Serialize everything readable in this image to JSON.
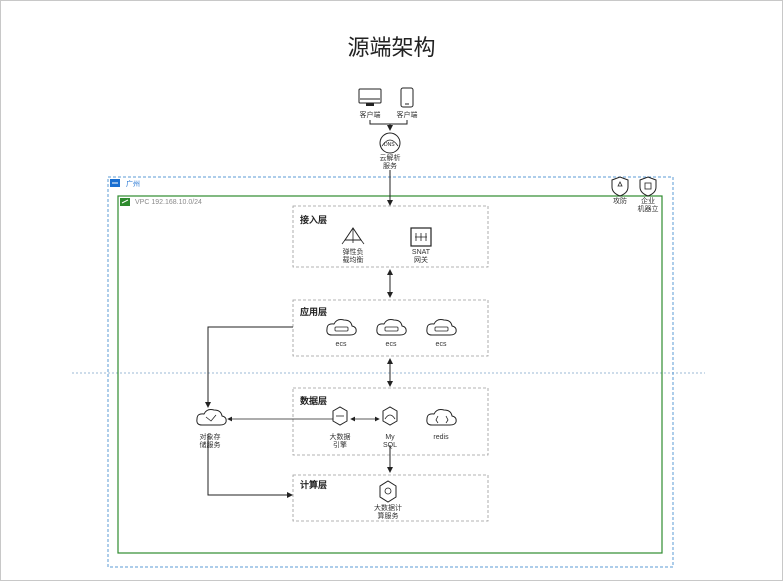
{
  "title": "源端架构",
  "clients": {
    "pc_label": "客户端",
    "mobile_label": "客户端"
  },
  "dns": {
    "label_line1": "云解析",
    "label_line2": "服务"
  },
  "region": {
    "label": "广州"
  },
  "security": {
    "ddos_label": "攻防",
    "waf_label_line1": "企业",
    "waf_label_line2": "机器立"
  },
  "vpc": {
    "label": "VPC 192.168.10.0/24"
  },
  "access_layer": {
    "title": "接入层",
    "lb_line1": "弹性负",
    "lb_line2": "载均衡",
    "nat_line1": "SNAT",
    "nat_line2": "网关"
  },
  "app_layer": {
    "title": "应用层",
    "servers": [
      "ecs",
      "ecs",
      "ecs"
    ]
  },
  "data_layer": {
    "title": "数据层",
    "bigdata_line1": "大数据",
    "bigdata_line2": "引擎",
    "mysql_line1": "My",
    "mysql_line2": "SQL",
    "redis_label": "redis"
  },
  "object_storage": {
    "label_line1": "对象存",
    "label_line2": "储服务"
  },
  "compute_layer": {
    "title": "计算层",
    "compute_line1": "大数据计",
    "compute_line2": "算服务"
  },
  "colors": {
    "region_border": "#5b9bd5",
    "vpc_border": "#2e8b2e",
    "layer_border": "#9a9a9a",
    "line": "#222222"
  }
}
